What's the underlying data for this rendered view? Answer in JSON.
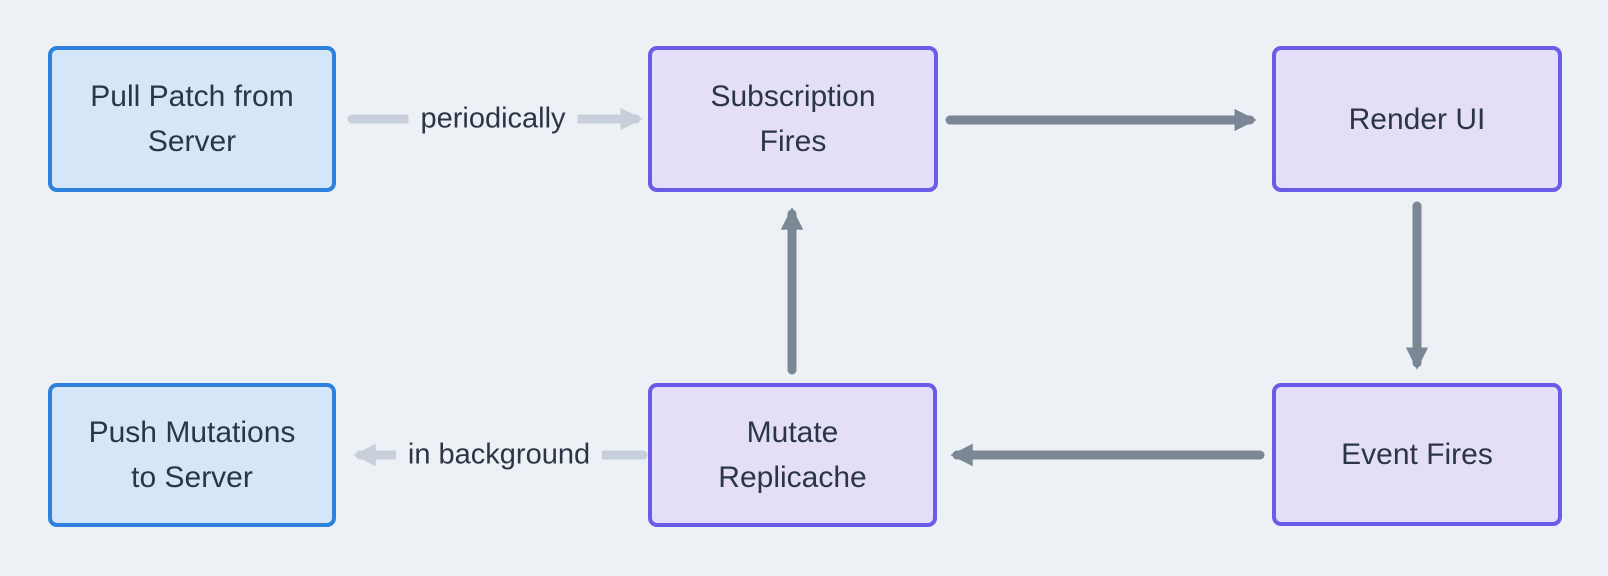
{
  "diagram": {
    "type": "flowchart",
    "nodes": [
      {
        "id": "pull-patch-from-server",
        "label": "Pull Patch from Server",
        "variant": "blue"
      },
      {
        "id": "subscription-fires",
        "label": "Subscription Fires",
        "variant": "purple"
      },
      {
        "id": "render-ui",
        "label": "Render UI",
        "variant": "purple"
      },
      {
        "id": "push-mutations-to-server",
        "label": "Push Mutations to Server",
        "variant": "blue"
      },
      {
        "id": "mutate-replicache",
        "label": "Mutate Replicache",
        "variant": "purple"
      },
      {
        "id": "event-fires",
        "label": "Event Fires",
        "variant": "purple"
      }
    ],
    "edges": [
      {
        "from": "pull-patch-from-server",
        "to": "subscription-fires",
        "label": "periodically",
        "style": "muted"
      },
      {
        "from": "subscription-fires",
        "to": "render-ui",
        "label": "",
        "style": "solid"
      },
      {
        "from": "render-ui",
        "to": "event-fires",
        "label": "",
        "style": "solid"
      },
      {
        "from": "event-fires",
        "to": "mutate-replicache",
        "label": "",
        "style": "solid"
      },
      {
        "from": "mutate-replicache",
        "to": "subscription-fires",
        "label": "",
        "style": "solid"
      },
      {
        "from": "mutate-replicache",
        "to": "push-mutations-to-server",
        "label": "in background",
        "style": "muted"
      }
    ],
    "colors": {
      "background": "#edf1f5",
      "blue_node_fill": "#d5e6f8",
      "blue_node_border": "#2e81dd",
      "purple_node_fill": "#e4def9",
      "purple_node_border": "#6b5ce7",
      "text": "#2a3646",
      "solid_arrow": "#7b8794",
      "muted_arrow": "#c7cfda"
    }
  }
}
